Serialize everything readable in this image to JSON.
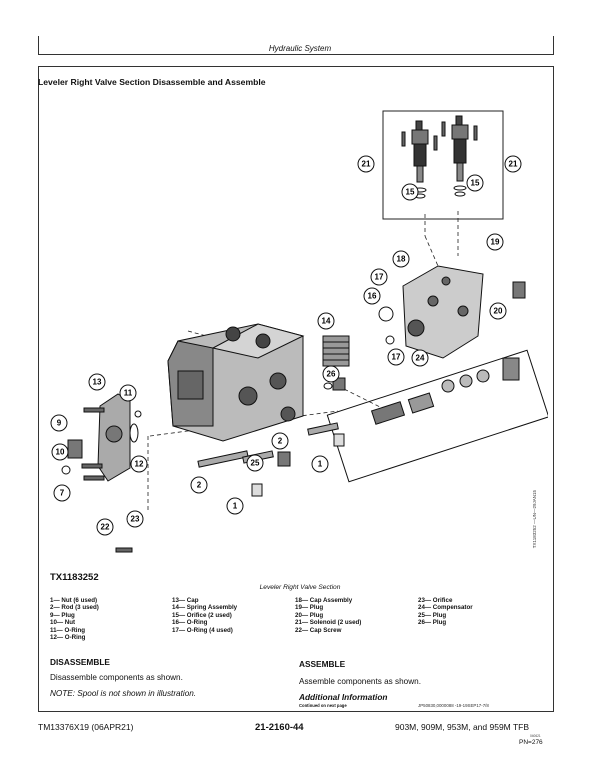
{
  "header": {
    "title": "Hydraulic System"
  },
  "section": {
    "title": "Leveler Right Valve Section Disassemble and Assemble"
  },
  "figure": {
    "code": "TX1183252",
    "caption": "Leveler Right Valve Section",
    "side_code": "TX1183252 —UN—29JAN15",
    "callouts": [
      "21",
      "21",
      "15",
      "15",
      "19",
      "18",
      "17",
      "16",
      "20",
      "14",
      "24",
      "17",
      "13",
      "11",
      "26",
      "9",
      "2",
      "12",
      "10",
      "25",
      "1",
      "7",
      "2",
      "1",
      "23",
      "22"
    ]
  },
  "legend": {
    "col1": [
      "1— Nut (6 used)",
      "2— Rod (3 used)",
      "9— Plug",
      "10— Nut",
      "11— O-Ring",
      "12— O-Ring"
    ],
    "col2": [
      "13— Cap",
      "14— Spring Assembly",
      "15— Orifice (2 used)",
      "16— O-Ring",
      "17— O-Ring (4 used)"
    ],
    "col3": [
      "18— Cap Assembly",
      "19— Plug",
      "20— Plug",
      "21— Solenoid (2 used)",
      "22— Cap Screw"
    ],
    "col4": [
      "23— Orifice",
      "24— Compensator",
      "25— Plug",
      "26— Plug"
    ]
  },
  "disassemble": {
    "heading": "DISASSEMBLE",
    "text": "Disassemble components as shown.",
    "note": "NOTE: Spool is not shown in illustration."
  },
  "assemble": {
    "heading": "ASSEMBLE",
    "text": "Assemble components as shown.",
    "additional": "Additional Information",
    "continued": "Continued on next page",
    "ref_code": "JP50830,0000088 -19-19SEP17-7/8"
  },
  "footer": {
    "manual_id": "TM13376X19 (06APR21)",
    "page_number": "21-2160-44",
    "models": "903M, 909M, 953M, and 959M TFB",
    "tiny_code": "040621",
    "pn": "PN=276"
  }
}
